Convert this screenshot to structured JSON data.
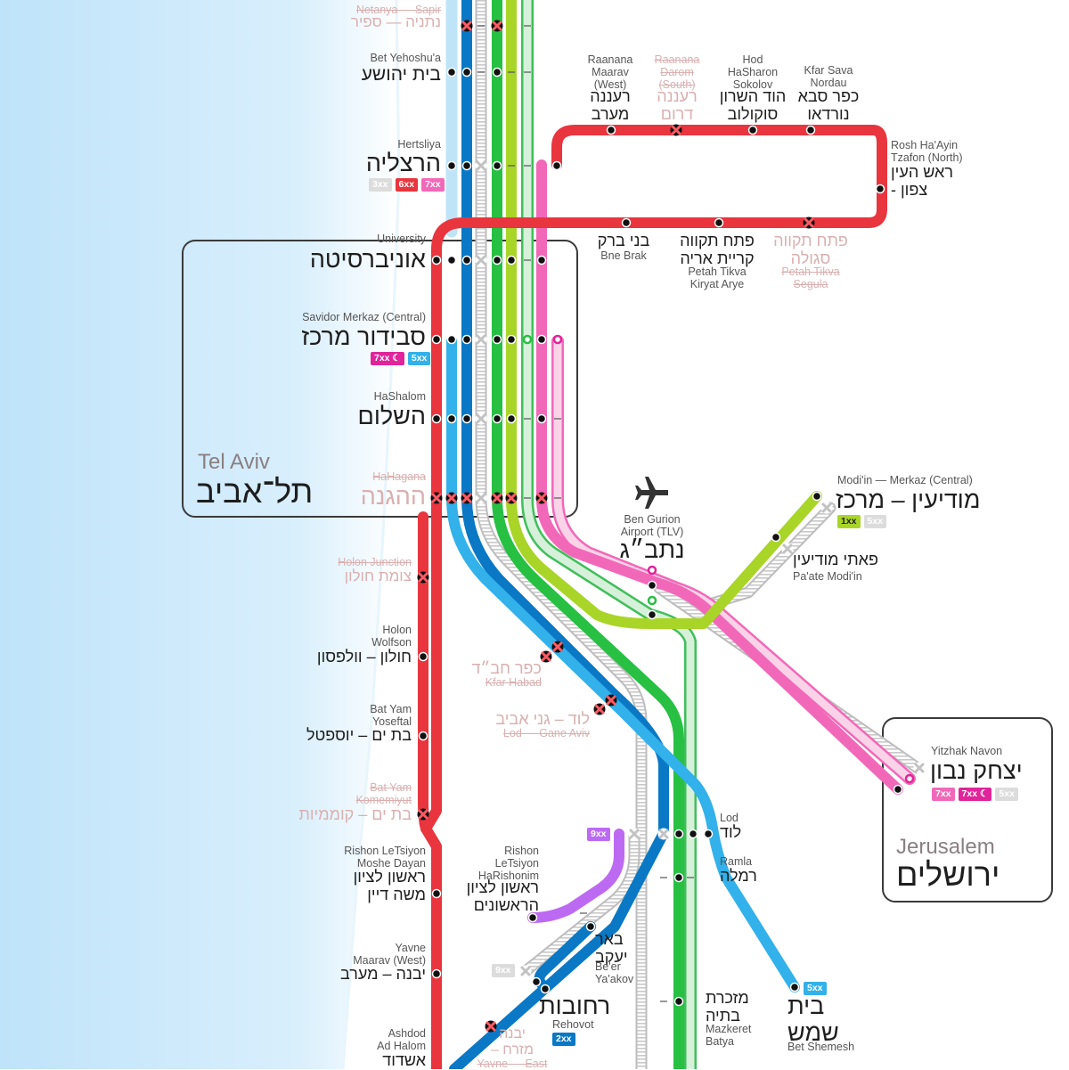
{
  "colors": {
    "red": "#e8353e",
    "blue": "#0a78c5",
    "lightblue": "#32b1ea",
    "green": "#27c043",
    "lime": "#a8d528",
    "palegreen": "#cdebd1",
    "pink": "#f268b8",
    "palepink": "#f9c6e2",
    "purple": "#bd6af2",
    "sea": "#cfe9fb",
    "grey": "#b9b9b9",
    "white": "#ffffff",
    "black": "#111111"
  },
  "stations": {
    "netanya_sapir": {
      "en": "Netanya — Sapir",
      "he": "נתניה — ספיר"
    },
    "bet_yehoshua": {
      "en": "Bet Yehoshu'a",
      "he": "בית יהושע"
    },
    "hertsliya": {
      "en": "Hertsliya",
      "he": "הרצליה",
      "badges": [
        "3xx",
        "6xx",
        "7xx"
      ]
    },
    "raanana_west": {
      "en": "Raanana\nMaarav\n(West)",
      "he": "רעננה\nמערב"
    },
    "raanana_south": {
      "en": "Raanana\nDarom\n(South)",
      "he": "רעננה\nדרום"
    },
    "hod_hasharon": {
      "en": "Hod\nHaSharon\nSokolov",
      "he": "הוד השרון\nסוקולוב"
    },
    "kfar_sava": {
      "en": "Kfar Sava\nNordau",
      "he": "כפר סבא\nנורדאו"
    },
    "rosh_haayin": {
      "en": "Rosh Ha'Ayin\nTzafon (North)",
      "he": "ראש העין\n- צפון"
    },
    "bnei_brak": {
      "en": "Bne Brak",
      "he": "בני ברק"
    },
    "kiryat_arye": {
      "en": "Petah Tikva\nKiryat Arye",
      "he": "פתח תקווה\nקריית אריה"
    },
    "segula": {
      "en": "Petah Tikva\nSegula",
      "he": "פתח תקווה\nסגולה"
    },
    "university": {
      "en": "University",
      "he": "אוניברסיטה"
    },
    "savidor": {
      "en": "Savidor Merkaz (Central)",
      "he": "סבידור מרכז",
      "badges": [
        "7xx ☾",
        "5xx"
      ]
    },
    "hashalom": {
      "en": "HaShalom",
      "he": "השלום"
    },
    "hahagana": {
      "en": "HaHagana",
      "he": "ההגנה"
    },
    "modiin_center": {
      "en": "Modi'in — Merkaz (Central)",
      "he": "מודיעין – מרכז",
      "badges": [
        "1xx",
        "5xx"
      ]
    },
    "paate_modiin": {
      "en": "Pa'ate Modi'in",
      "he": "פאתי מודיעין"
    },
    "ben_gurion": {
      "en": "Ben Gurion\nAirport (TLV)",
      "he": "נתב״ג"
    },
    "holon_junction": {
      "en": "Holon Junction",
      "he": "צומת חולון"
    },
    "holon_wolfson": {
      "en": "Holon\nWolfson",
      "he": "חולון – וולפסון"
    },
    "bat_yam_yoseftal": {
      "en": "Bat Yam\nYoseftal",
      "he": "בת ים – יוספטל"
    },
    "bat_yam_komemiyut": {
      "en": "Bat Yam\nKomemiyut",
      "he": "בת ים – קוממיות"
    },
    "kfar_habad": {
      "en": "Kfar Habad",
      "he": "כפר חב״ד"
    },
    "lod_gane_aviv": {
      "en": "Lod — Gane Aviv",
      "he": "לוד – גני אביב"
    },
    "yitzhak_navon": {
      "en": "Yitzhak Navon",
      "he": "יצחק נבון",
      "badges": [
        "7xx",
        "7xx ☾",
        "5xx"
      ]
    },
    "lod": {
      "en": "Lod",
      "he": "לוד"
    },
    "ramla": {
      "en": "Ramla",
      "he": "רמלה"
    },
    "rishon_moshe_dayan": {
      "en": "Rishon LeTsiyon\nMoshe Dayan",
      "he": "ראשון לציון\nמשה דיין"
    },
    "rishon_harishonim": {
      "en": "Rishon\nLeTsiyon\nHaRishonim",
      "he": "ראשון לציון\nהראשונים",
      "badges": [
        "9xx"
      ]
    },
    "beer_yaakov": {
      "en": "Be'er\nYa'akov",
      "he": "באר\nיעקב"
    },
    "rehovot": {
      "en": "Rehovot",
      "he": "רחובות",
      "badges": [
        "2xx"
      ]
    },
    "yavne_west": {
      "en": "Yavne\nMaarav (West)",
      "he": "יבנה – מערב"
    },
    "yavne_east": {
      "en": "Yavne — East",
      "he": "יבנה\n– מזרח"
    },
    "mazkeret_batya": {
      "en": "Mazkeret\nBatya",
      "he": "מזכרת\nבתיה"
    },
    "bet_shemesh": {
      "en": "Bet Shemesh",
      "he": "בית\nשמש",
      "badges": [
        "5xx"
      ]
    },
    "ashdod": {
      "en": "Ashdod\nAd Halom",
      "he": "אשדוד"
    }
  },
  "badge_colors": {
    "1xx": "#a8d528",
    "2xx": "#0a78c5",
    "3xx": "#dcdcdc",
    "5xx": "#32b1ea",
    "6xx": "#e8353e",
    "7xx": "#f268b8",
    "9xx": "#bd6af2"
  },
  "cities": {
    "tel_aviv": {
      "en": "Tel Aviv",
      "he": "תל־אביב"
    },
    "jerusalem": {
      "en": "Jerusalem",
      "he": "ירושלים"
    }
  }
}
